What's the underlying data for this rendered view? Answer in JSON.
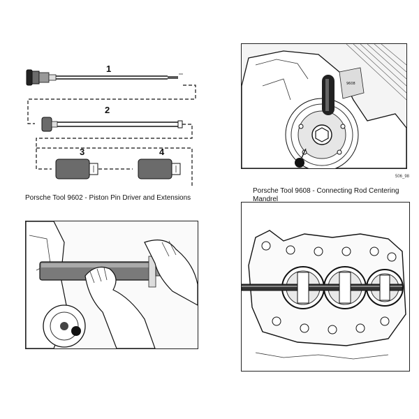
{
  "tools_figure": {
    "callouts": [
      "1",
      "2",
      "3",
      "4"
    ]
  },
  "captions": {
    "tool_9602": "Porsche Tool 9602 - Piston Pin Driver and Extensions",
    "tool_9608": "Porsche Tool 9608 - Connecting Rod Centering Mandrel"
  },
  "figure_code": "506_98"
}
